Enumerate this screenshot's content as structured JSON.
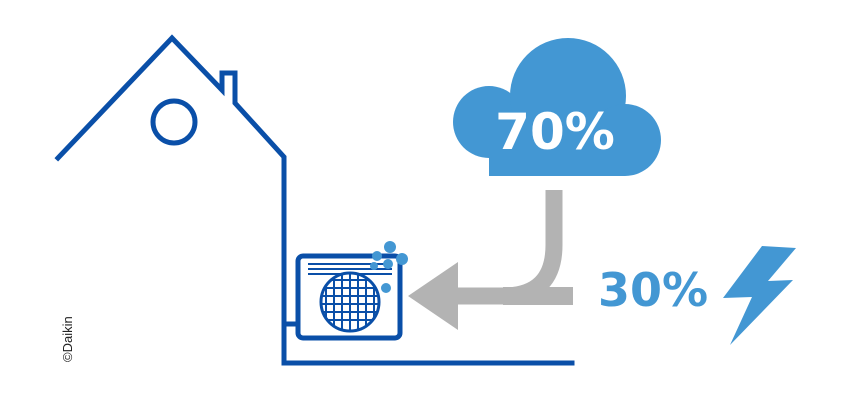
{
  "cloud": {
    "label": "70%",
    "icon": "cloud-icon"
  },
  "electricity": {
    "label": "30%",
    "icon": "lightning-bolt-icon"
  },
  "house": {
    "icon": "house-outline-icon"
  },
  "heat_pump": {
    "icon": "heat-pump-unit-icon"
  },
  "arrow": {
    "icon": "curved-arrow-icon"
  },
  "copyright": "©Daikin",
  "colors": {
    "house_stroke": "#0a4fa8",
    "accent_blue": "#4397d3",
    "arrow_gray": "#b3b3b3",
    "cloud_text": "#ffffff"
  }
}
